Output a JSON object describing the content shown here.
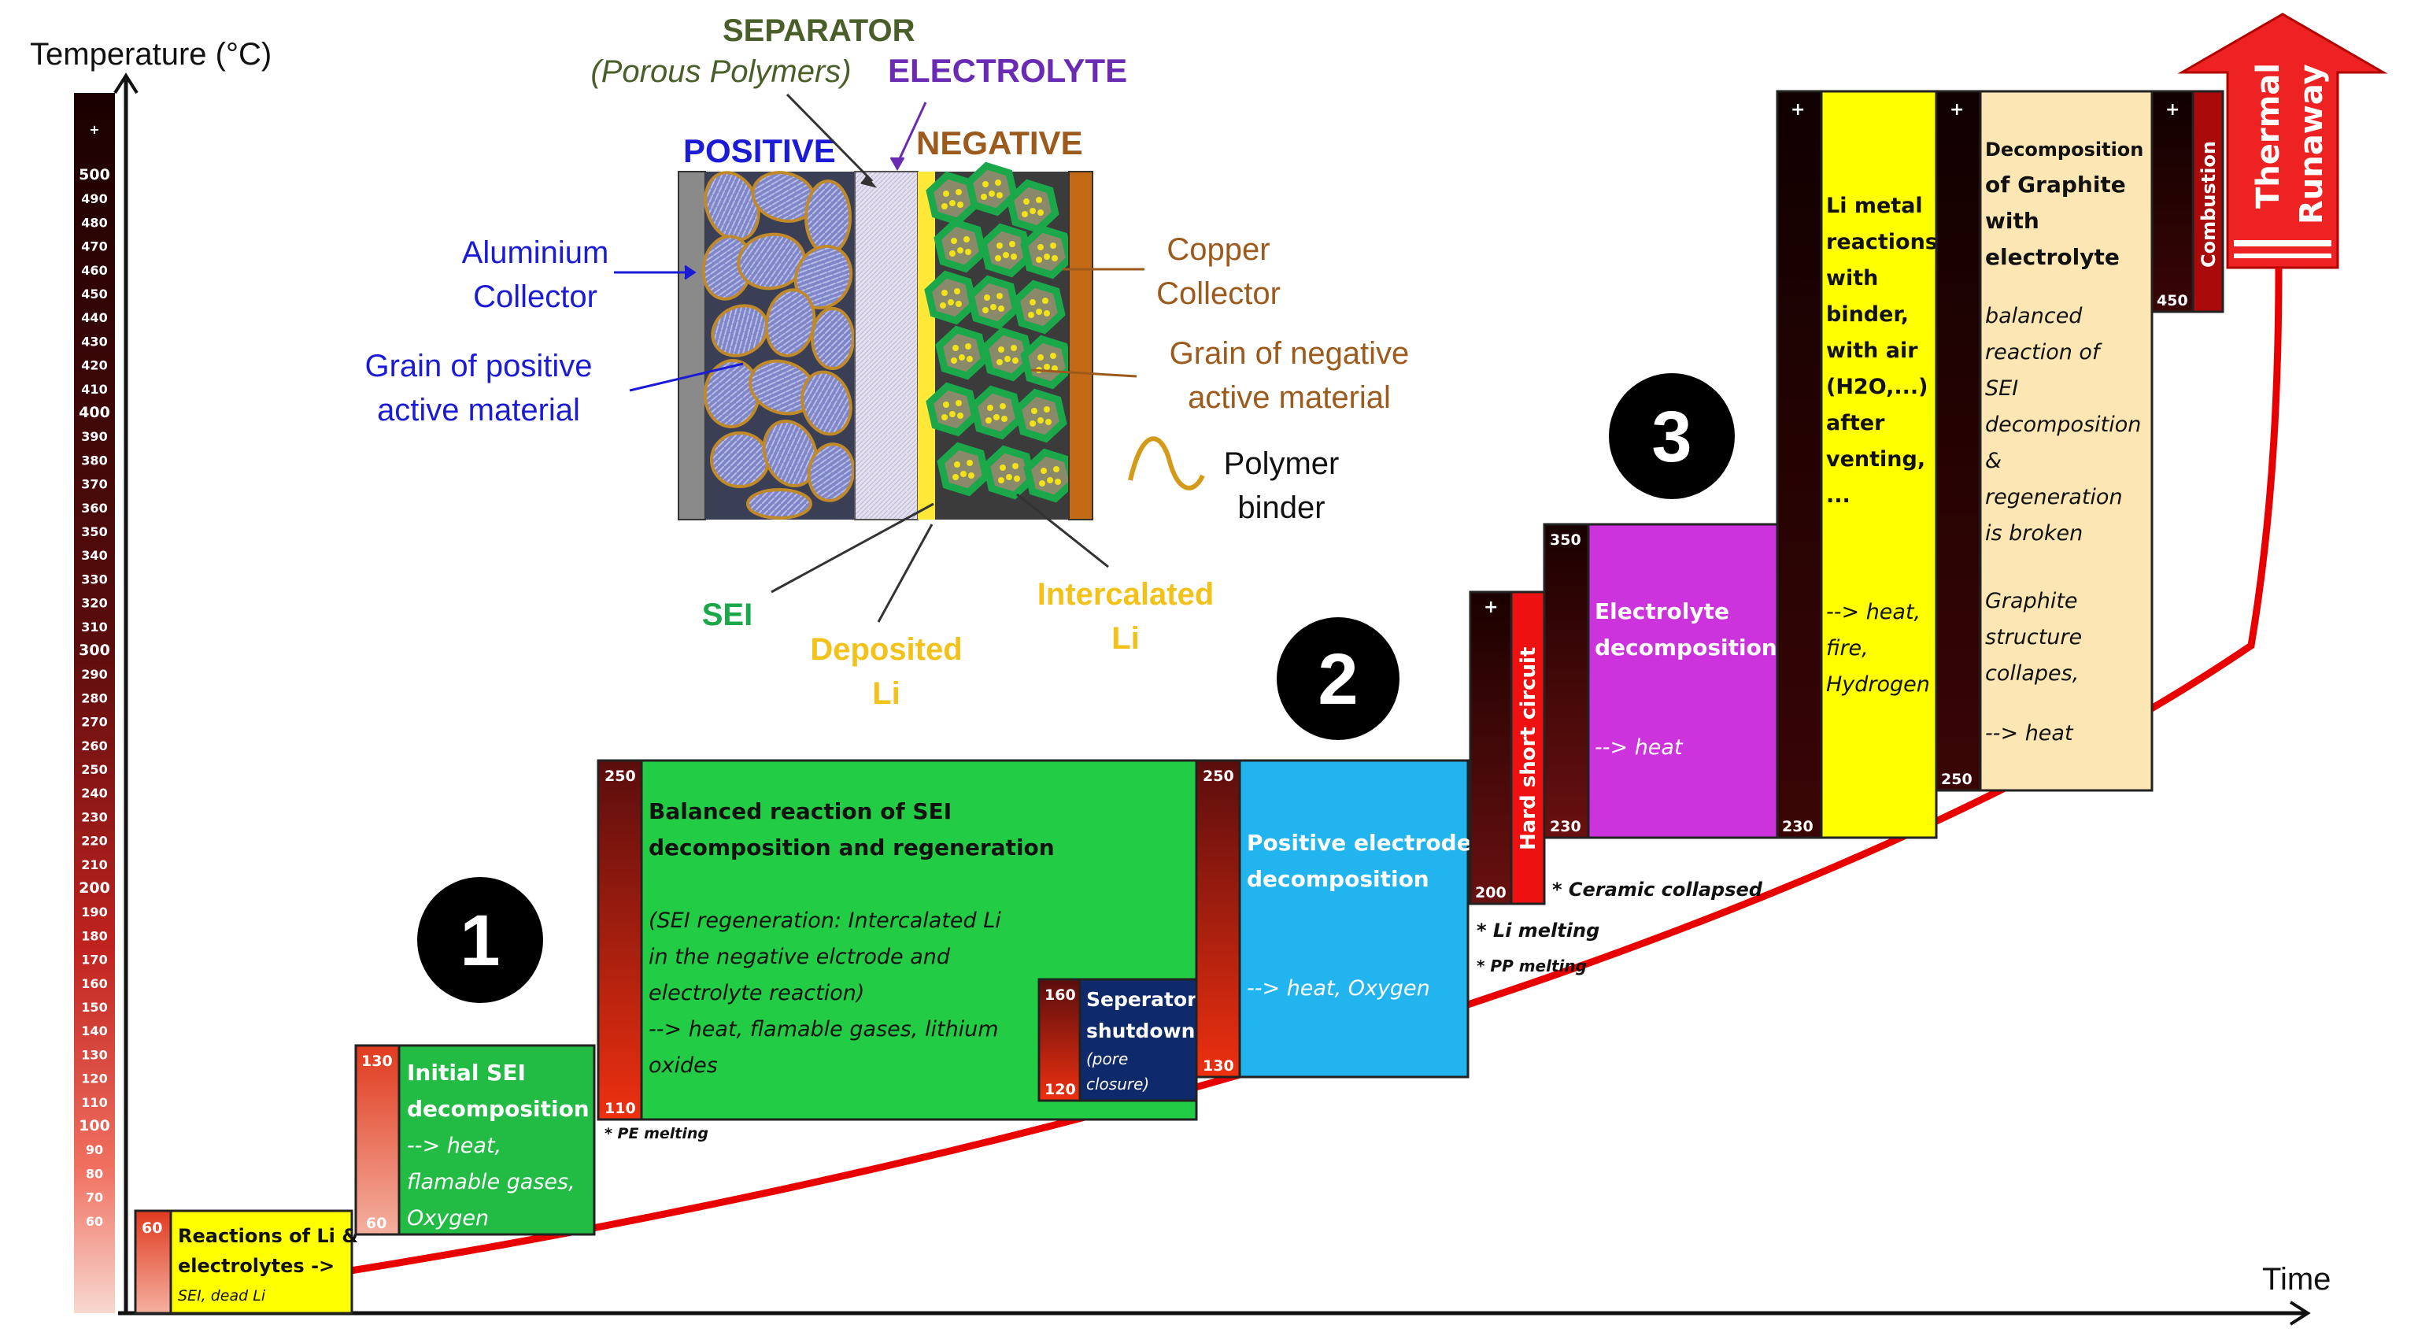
{
  "axes": {
    "y_title": "Temperature (°C)",
    "x_title": "Time"
  },
  "scale_ticks": [
    "+",
    "500",
    "490",
    "480",
    "470",
    "460",
    "450",
    "440",
    "430",
    "420",
    "410",
    "400",
    "390",
    "380",
    "370",
    "360",
    "350",
    "340",
    "330",
    "320",
    "310",
    "300",
    "290",
    "280",
    "270",
    "260",
    "250",
    "240",
    "230",
    "220",
    "210",
    "200",
    "190",
    "180",
    "170",
    "160",
    "150",
    "140",
    "130",
    "120",
    "110",
    "100",
    "90",
    "80",
    "70",
    "60"
  ],
  "cell": {
    "separator": "SEPARATOR",
    "separator_sub": "(Porous Polymers)",
    "electrolyte": "ELECTROLYTE",
    "positive": "POSITIVE",
    "negative": "NEGATIVE",
    "aluminium": "Aluminium\nCollector",
    "grain_pos": "Grain of positive\nactive material",
    "copper": "Copper\nCollector",
    "grain_neg": "Grain of negative\nactive material",
    "binder": "Polymer\nbinder",
    "sei": "SEI",
    "deposited": "Deposited\nLi",
    "intercalated": "Intercalated\nLi"
  },
  "stages": [
    {
      "id": "1",
      "label": "1"
    },
    {
      "id": "2",
      "label": "2"
    },
    {
      "id": "3",
      "label": "3"
    }
  ],
  "boxes": {
    "b1": {
      "lo": "60",
      "hi": "",
      "text": "Reactions of Li & electrolytes ->",
      "sub": "SEI, dead Li"
    },
    "b2": {
      "lo": "60",
      "hi": "130",
      "text": "Initial SEI decomposition",
      "sub": "--> heat, flamable gases, Oxygen"
    },
    "b3": {
      "lo": "110",
      "hi": "250",
      "text": "Balanced reaction of SEI decomposition and regeneration",
      "sub": "(SEI regeneration: Intercalated Li in the negative elctrode and electrolyte reaction)\n--> heat, flamable gases, lithium oxides"
    },
    "b4": {
      "lo": "120",
      "hi": "160",
      "text": "Seperator shutdown",
      "sub": "(pore closure)"
    },
    "b5": {
      "lo": "130",
      "hi": "250",
      "text": "Positive electrode decomposition",
      "sub": "--> heat, Oxygen"
    },
    "b6": {
      "lo": "200",
      "hi": "+",
      "text": "Hard short circuit"
    },
    "b7": {
      "lo": "230",
      "hi": "350",
      "text": "Electrolyte decomposition",
      "sub": "--> heat"
    },
    "b8": {
      "lo": "230",
      "hi": "+",
      "text": "Li metal reactions with binder, with air (H2O,...) after venting, ...",
      "sub": "--> heat, fire, Hydrogen"
    },
    "b9": {
      "lo": "250",
      "hi": "+",
      "text": "Decomposition of Graphite with electrolyte",
      "sub": "balanced reaction of SEI decomposition & regeneration is broken\n\nGraphite structure collapes,\n\n--> heat"
    },
    "b10": {
      "lo": "450",
      "hi": "+",
      "text": "Combustion"
    }
  },
  "notes": {
    "pe": "* PE melting",
    "li": "* Li melting",
    "pp": "* PP melting",
    "ceramic": "* Ceramic collapsed"
  },
  "arrow": {
    "text": "Thermal\nRunaway"
  },
  "colors": {
    "yellow": "#ffff00",
    "green": "#22cc44",
    "navy": "#0e2a6b",
    "cyan": "#22b4ee",
    "red": "#ee1111",
    "magenta": "#cc33dd",
    "cream": "#fce6b4",
    "curve": "#e80000",
    "positive_blue": "#1b1bd6",
    "negative_brown": "#9c5a1c",
    "sep_green": "#4a5e2a",
    "electrolyte_purple": "#6a2bb4",
    "sei_green": "#1aa84a",
    "li_yellow": "#f2c21a"
  }
}
